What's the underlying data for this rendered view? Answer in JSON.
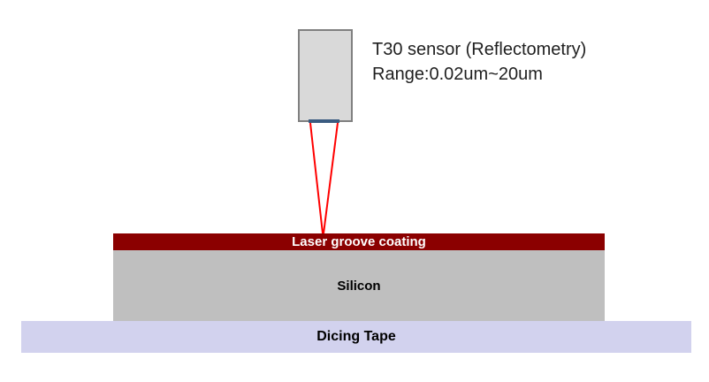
{
  "diagram": {
    "sensor": {
      "caption_line1": "T30 sensor (Reflectometry)",
      "caption_line2": "Range:0.02um~20um",
      "body_color": "#D9D9D9",
      "border_color": "#808080",
      "tip_color": "#3A5B80"
    },
    "beam": {
      "color": "#FF0000"
    },
    "layers": [
      {
        "label": "Laser groove coating",
        "color": "#8B0000",
        "text_color": "#FFFFFF"
      },
      {
        "label": "Silicon",
        "color": "#BFBFBF",
        "text_color": "#000000"
      },
      {
        "label": "Dicing Tape",
        "color": "#D2D2EE",
        "text_color": "#000000"
      }
    ]
  }
}
